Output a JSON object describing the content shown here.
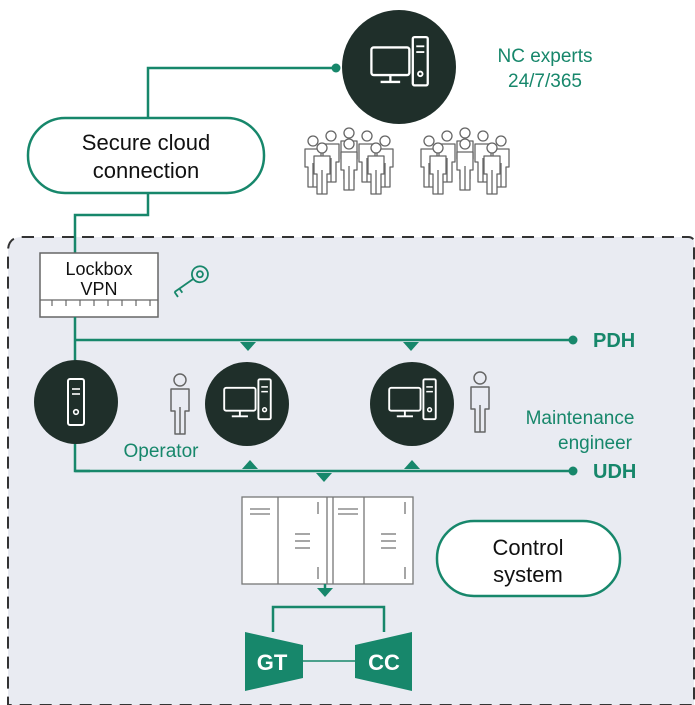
{
  "colors": {
    "green": "#17876b",
    "dark": "#1f2f2a",
    "panel": "#e9ebf2",
    "gray": "#555555",
    "white": "#ffffff"
  },
  "nc_experts": {
    "line1": "NC experts",
    "line2": "24/7/365"
  },
  "cloud": {
    "line1": "Secure cloud",
    "line2": "connection"
  },
  "lockbox": {
    "line1": "Lockbox",
    "line2": "VPN"
  },
  "buses": {
    "pdh": "PDH",
    "udh": "UDH"
  },
  "operator": {
    "label": "Operator"
  },
  "maintenance": {
    "line1": "Maintenance",
    "line2": "engineer"
  },
  "control_system": {
    "line1": "Control",
    "line2": "system"
  },
  "turbines": {
    "gt": "GT",
    "cc": "CC"
  },
  "icons": [
    "computer-icon",
    "server-icon",
    "key-icon",
    "person-icon",
    "people-group-icon",
    "control-cabinet-icon",
    "turbine-icon"
  ]
}
